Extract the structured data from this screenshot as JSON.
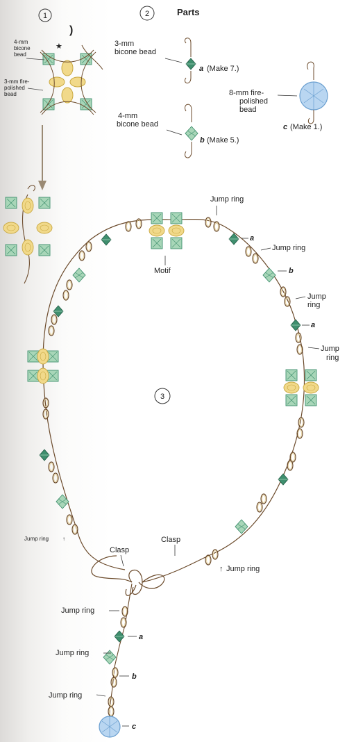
{
  "step1": {
    "number": "1",
    "label_bead4": [
      "4-mm",
      "bicone",
      "bead"
    ],
    "label_bead3": [
      "3-mm fire-",
      "polished",
      "bead"
    ]
  },
  "step2": {
    "number": "2",
    "title": "Parts",
    "part_a": {
      "desc": [
        "3-mm",
        "bicone bead"
      ],
      "letter": "a",
      "count": "(Make 7.)"
    },
    "part_b": {
      "desc": [
        "4-mm",
        "bicone bead"
      ],
      "letter": "b",
      "count": "(Make 5.)"
    },
    "part_c": {
      "desc": [
        "8-mm fire-",
        "polished",
        "bead"
      ],
      "letter": "c",
      "count": "(Make 1.)"
    }
  },
  "step3": {
    "number": "3",
    "motif": "Motif",
    "jump_ring": "Jump ring",
    "jump": "Jump",
    "ring": "ring",
    "clasp": "Clasp",
    "a": "a",
    "b": "b",
    "c": "c"
  },
  "colors": {
    "green_bead": "#3f8f6e",
    "light_green": "#9fd1b2",
    "yellow_bead": "#f1d98a",
    "blue_bead": "#9cc3ea",
    "wire": "#6b4a2b"
  }
}
